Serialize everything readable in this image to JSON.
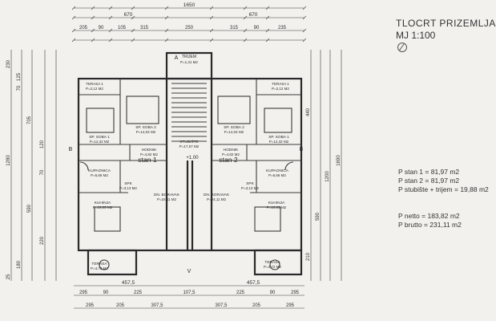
{
  "title": "TLOCRT PRIZEMLJA",
  "scale": "MJ 1:100",
  "summary": [
    "P stan 1 = 81,97 m2",
    "P stan 2 = 81,97 m2",
    "P stubište + trijem = 19,88 m2",
    "P netto = 183,82 m2",
    "P brutto = 231,11 m2"
  ],
  "dims": {
    "overall": "1650",
    "half_left": "670",
    "half_right": "670",
    "top_row": [
      "205",
      "90",
      "105",
      "315",
      "250",
      "315",
      "90",
      "235"
    ],
    "bottom_half_left": "457,5",
    "bottom_half_right": "457,5",
    "bottom_row_1": [
      "295",
      "90",
      "225",
      "107,5",
      "225",
      "90",
      "295"
    ],
    "bottom_row_2": [
      "295",
      "205",
      "307,5",
      "307,5",
      "205",
      "295"
    ],
    "left_col": [
      "230",
      "125",
      "70",
      "705",
      "1280",
      "120",
      "70",
      "590",
      "220",
      "180",
      "25"
    ],
    "right_col": [
      "440",
      "1690",
      "1200",
      "590",
      "210"
    ]
  },
  "rooms": {
    "trijem": "TRIJEM",
    "trijem_area": "P=1,31 M2",
    "terasa": "TERASA 1",
    "terasa_area": "P=2,12 M2",
    "terasa2": "TERASA 1",
    "terasa2_area": "P=2,12 M2",
    "soba1_l": "SP. SOBA 1",
    "soba1_l_area": "P=12,32 M2",
    "soba2_l": "SP. SOBA 2",
    "soba2_l_area": "P=14,04 M2",
    "soba2_r": "SP. SOBA 2",
    "soba2_r_area": "P=14,04 M2",
    "soba1_r": "SP. SOBA 1",
    "soba1_r_area": "P=12,32 M2",
    "stubiste": "STUBIŠTE",
    "stubiste_area": "P=17,57 M2",
    "hodnik_l": "HODNIK",
    "hodnik_l_area": "P=4,82 M2",
    "hodnik_r": "HODNIK",
    "hodnik_r_area": "P=4,82 M2",
    "kup_l": "KUPAONICA",
    "kup_l_area": "P=6,66 M2",
    "kup_r": "KUPAONICA",
    "kup_r_area": "P=6,66 M2",
    "stan1": "stan 1",
    "stan2": "stan 2",
    "level": "+1.00",
    "spk_l": "SPK",
    "spk_l_area": "P=3,13 M2",
    "spk_r": "SPK",
    "spk_r_area": "P=3,13 M2",
    "bor_l": "DN. BORAVAK",
    "bor_l_area": "P=24,11 M2",
    "bor_r": "DN. BORAVAK",
    "bor_r_area": "P=24,11 M2",
    "kuh_l": "KUHINJA",
    "kuh_l_area": "P=10,05 M2",
    "kuh_r": "KUHINJA",
    "kuh_r_area": "P=10,05 M2",
    "ter3": "TERASA",
    "ter3_area": "P=4,72 M2",
    "ter4": "TERASA",
    "ter4_area": "P=4,72 M2",
    "sec_a": "A",
    "sec_b1": "B",
    "sec_b2": "B",
    "sec_v": "V"
  }
}
